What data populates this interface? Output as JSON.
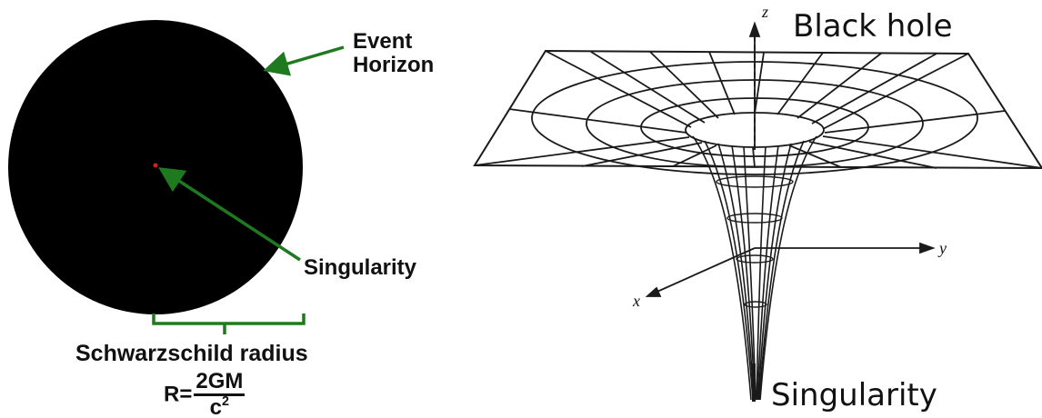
{
  "left_figure": {
    "event_horizon_label_line1": "Event",
    "event_horizon_label_line2": "Horizon",
    "singularity_label": "Singularity",
    "radius_label": "Schwarzschild radius",
    "formula": {
      "lhs": "R=",
      "numerator": "2GM",
      "denominator": "c",
      "denominator_exponent": "2"
    },
    "colors": {
      "disk": "#000000",
      "arrows": "#1f7a1f",
      "singularity_dot": "#cc2222"
    }
  },
  "right_figure": {
    "title": "Black hole",
    "singularity_label": "Singularity",
    "axis_z": "z",
    "axis_y": "y",
    "axis_x": "x"
  }
}
